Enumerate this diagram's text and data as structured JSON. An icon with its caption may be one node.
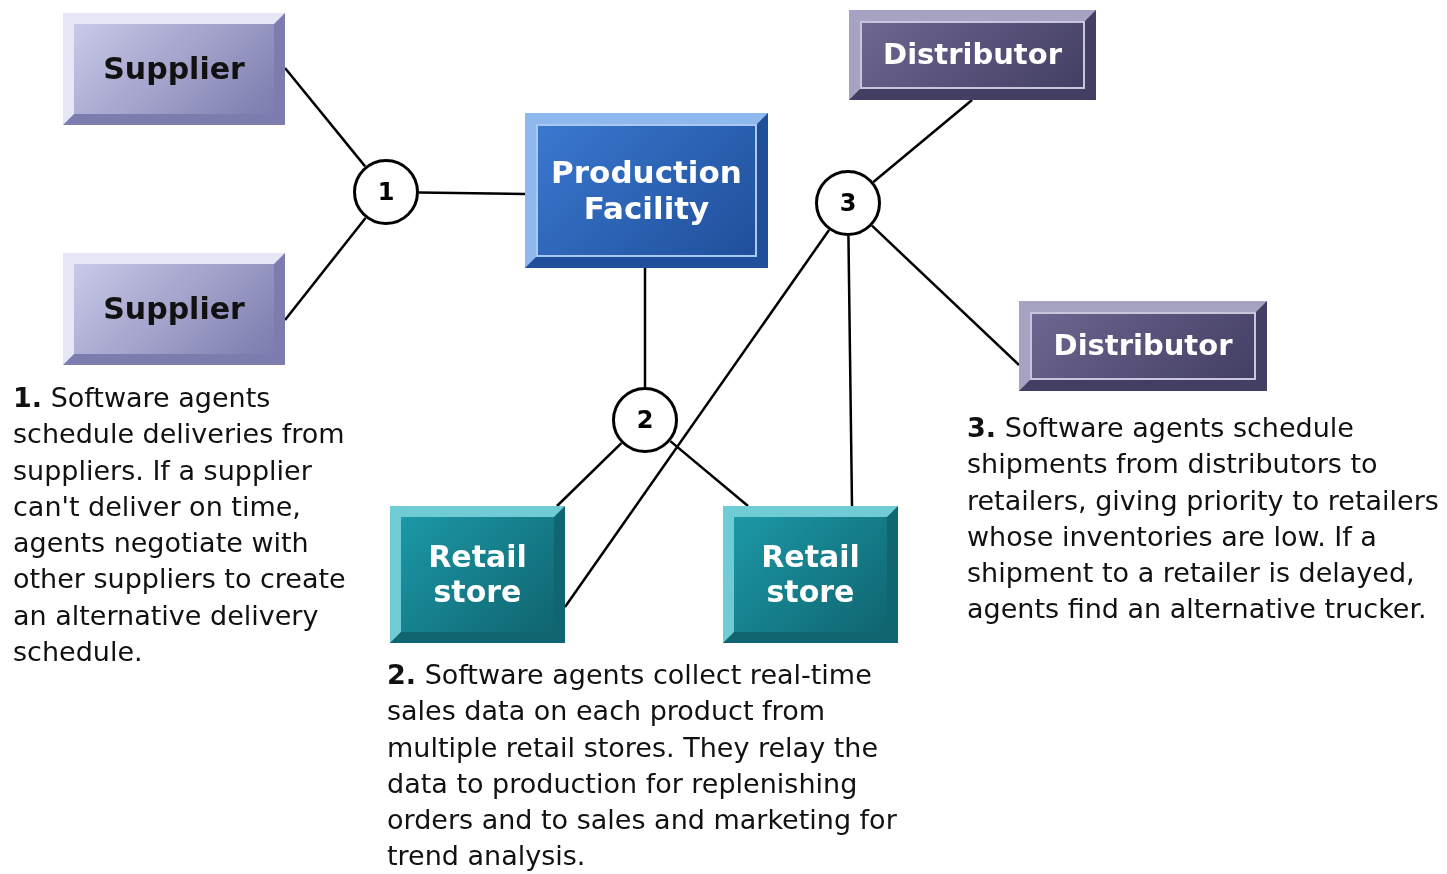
{
  "diagram": {
    "nodes": [
      {
        "text": [
          "Supplier"
        ]
      },
      {
        "text": [
          "Supplier"
        ]
      },
      {
        "text": [
          "1"
        ]
      },
      {
        "text": [
          "Production Facility"
        ]
      },
      {
        "text": [
          "Distributor"
        ]
      },
      {
        "text": [
          "3"
        ]
      },
      {
        "text": [
          "Distributor"
        ]
      },
      {
        "text": [
          "2"
        ]
      },
      {
        "text": [
          "Retail store"
        ]
      },
      {
        "text": [
          "Retail store"
        ]
      }
    ],
    "edges": [
      {
        "from": 0,
        "to": 2,
        "arrow": "none"
      },
      {
        "from": 1,
        "to": 2,
        "arrow": "none"
      },
      {
        "from": 2,
        "to": 3,
        "arrow": "none"
      },
      {
        "from": 3,
        "to": 7,
        "arrow": "none"
      },
      {
        "from": 7,
        "to": 8,
        "arrow": "none"
      },
      {
        "from": 7,
        "to": 9,
        "arrow": "none"
      },
      {
        "from": 5,
        "to": 4,
        "arrow": "none"
      },
      {
        "from": 5,
        "to": 6,
        "arrow": "none"
      },
      {
        "from": 5,
        "to": 8,
        "arrow": "none"
      },
      {
        "from": 5,
        "to": 9,
        "arrow": "none"
      }
    ],
    "labels": [
      "**1.** Software agents schedule deliveries from suppliers. If a supplier can't deliver on time, agents negotiate with other suppliers to create an alternative delivery schedule.",
      "**2.** Software agents collect real-time sales data on each product from multiple retail stores. They relay the data to production for replenishing orders and to sales and marketing for trend analysis.",
      "**3.** Software agents schedule shipments from distributors to retailers, giving priority to retailers whose inventories are low. If a shipment to a retailer is delayed, agents find an alternative trucker."
    ]
  }
}
